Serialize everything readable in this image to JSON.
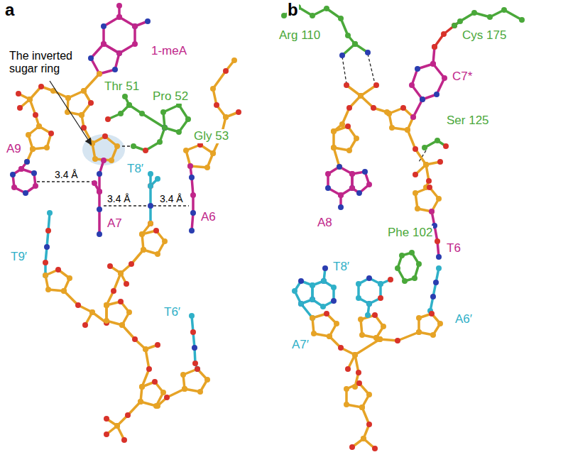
{
  "diagram": {
    "labels": [
      "a",
      "b",
      "The inverted sugar ring",
      "1-meA",
      "Thr 51",
      "Pro 52",
      "Gly 53",
      "A9",
      "3.4 Å",
      "A7",
      "T8′",
      "3.4 Å",
      "3.4 Å",
      "A6",
      "T9′",
      "T6′",
      "Arg 110",
      "Cys 175",
      "C7*",
      "Ser 125",
      "A8",
      "Phe 102",
      "T8′",
      "A7′",
      "T6",
      "A6′"
    ]
  }
}
